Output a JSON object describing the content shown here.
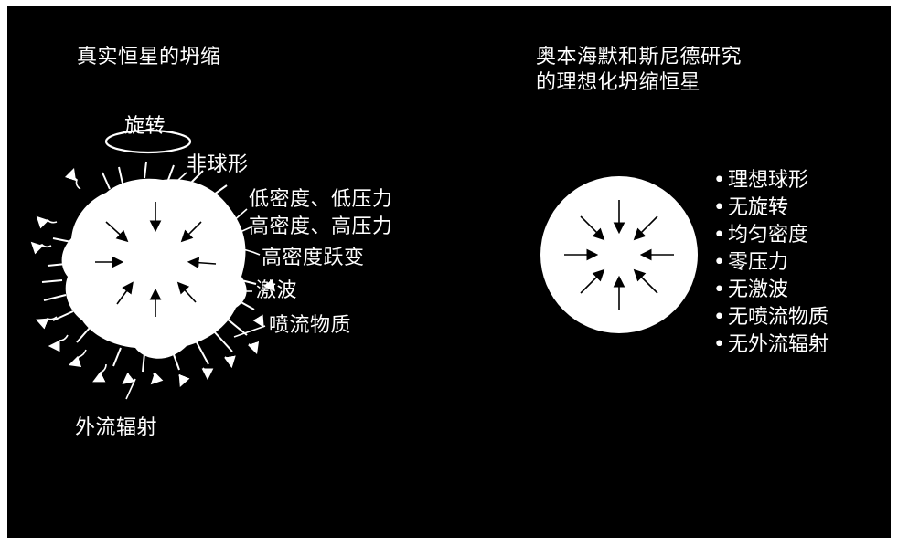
{
  "left": {
    "title": "真实恒星的坍缩",
    "labels": {
      "rotation": "旋转",
      "non_spherical": "非球形",
      "low_density": "低密度、低压力",
      "high_density": "高密度、高压力",
      "density_jump": "高密度跃变",
      "shock": "激波",
      "ejecta": "喷流物质",
      "radiation": "外流辐射"
    }
  },
  "right": {
    "title_line1": "奥本海默和斯尼德研究",
    "title_line2": "的理想化坍缩恒星",
    "properties": [
      "理想球形",
      "无旋转",
      "均匀密度",
      "零压力",
      "无激波",
      "无喷流物质",
      "无外流辐射"
    ]
  },
  "colors": {
    "background": "#000000",
    "foreground": "#ffffff"
  }
}
